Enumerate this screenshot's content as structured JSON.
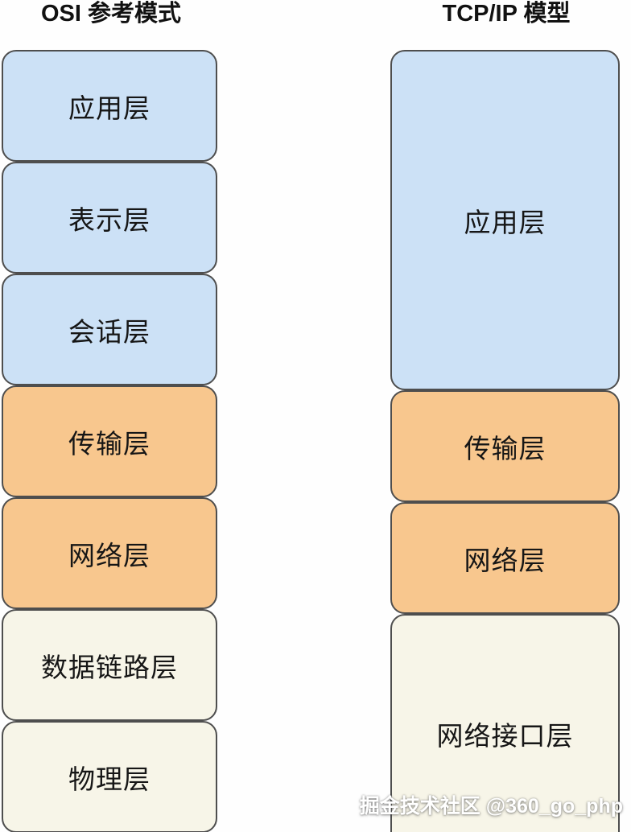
{
  "colors": {
    "blue": "#cce1f6",
    "orange": "#f8c78e",
    "cream": "#f7f5e8",
    "border": "#4e4e4e",
    "background": "#fefefe",
    "text": "#161616",
    "watermark_text_color": "#ffffff"
  },
  "osi": {
    "title": "OSI 参考模式",
    "layers": [
      {
        "label": "应用层",
        "color": "#cce1f6"
      },
      {
        "label": "表示层",
        "color": "#cce1f6"
      },
      {
        "label": "会话层",
        "color": "#cce1f6"
      },
      {
        "label": "传输层",
        "color": "#f8c78e"
      },
      {
        "label": "网络层",
        "color": "#f8c78e"
      },
      {
        "label": "数据链路层",
        "color": "#f7f5e8"
      },
      {
        "label": "物理层",
        "color": "#f7f5e8"
      }
    ]
  },
  "tcpip": {
    "title": "TCP/IP 模型",
    "layers": [
      {
        "label": "应用层",
        "color": "#cce1f6",
        "span": 3
      },
      {
        "label": "传输层",
        "color": "#f8c78e",
        "span": 1
      },
      {
        "label": "网络层",
        "color": "#f8c78e",
        "span": 1
      },
      {
        "label": "网络接口层",
        "color": "#f7f5e8",
        "span": 2
      }
    ]
  },
  "watermark": "掘金技术社区 @360_go_php"
}
